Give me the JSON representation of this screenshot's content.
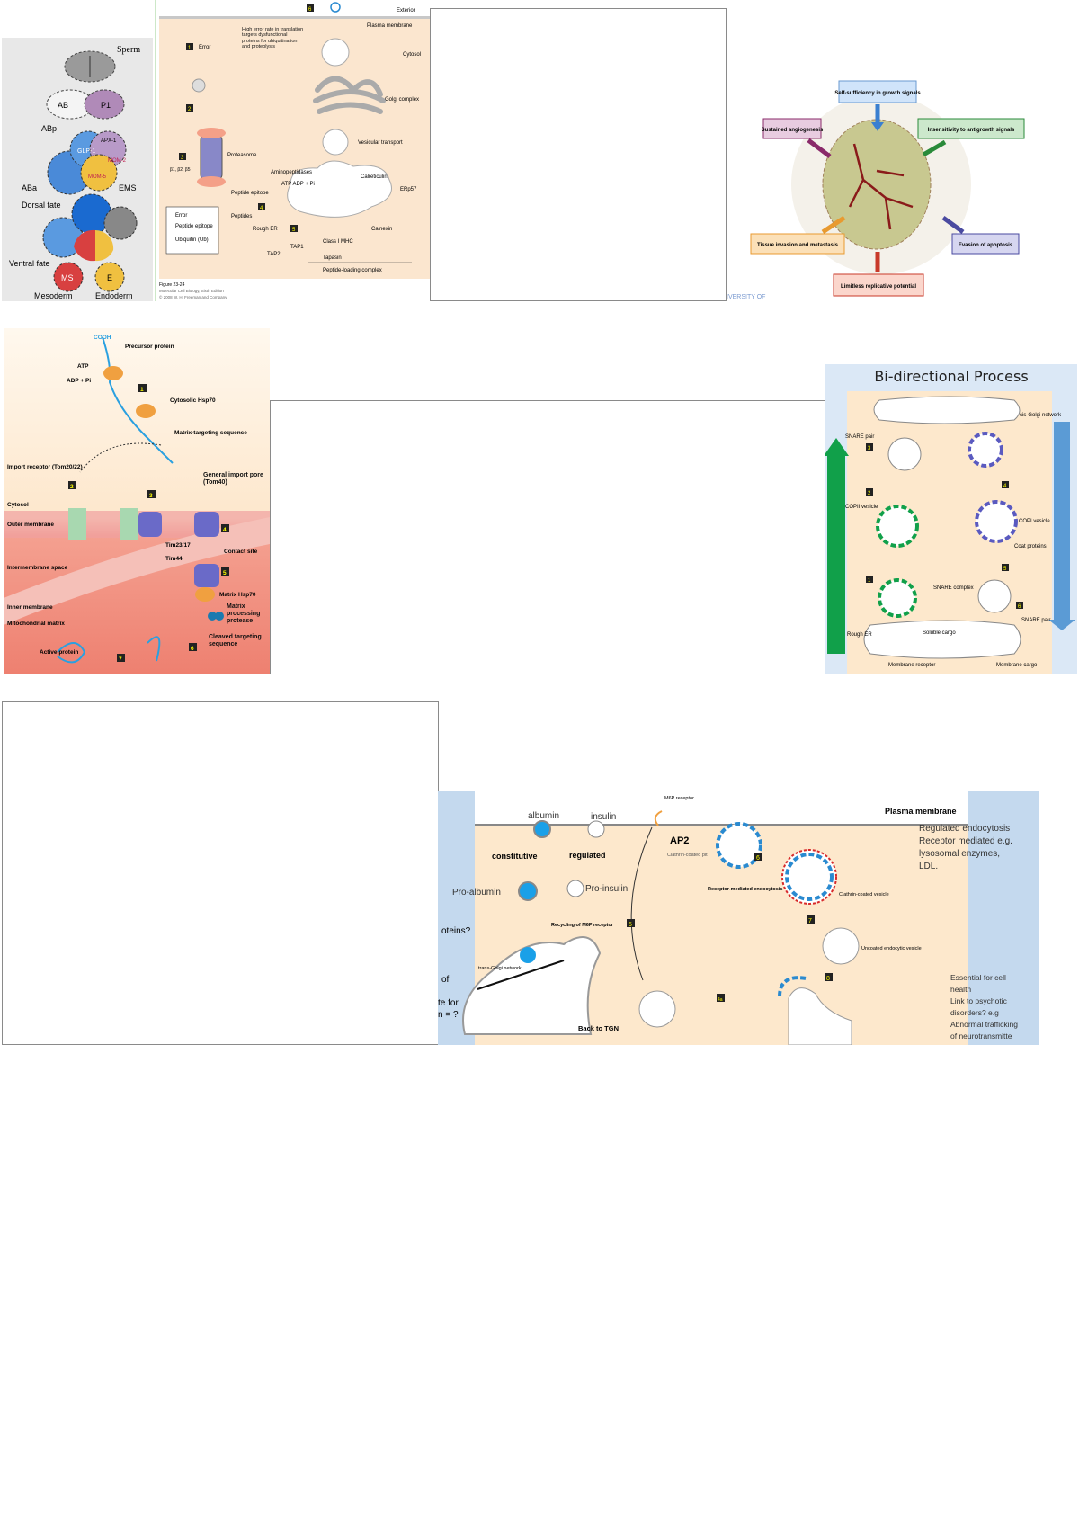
{
  "embryo_figure": {
    "labels": [
      "Sperm",
      "AB",
      "P1",
      "ABp",
      "ABa",
      "EMS",
      "GLP-1",
      "APX-1",
      "MOM-2",
      "MOM-5",
      "Dorsal fate",
      "Ventral fate",
      "MS",
      "E",
      "Mesoderm",
      "Endoderm"
    ]
  },
  "mhc_figure": {
    "labels": {
      "exterior": "Exterior",
      "plasma_membrane": "Plasma membrane",
      "cytosol": "Cytosol",
      "golgi": "Golgi complex",
      "vesicular": "Vesicular transport",
      "proteasome": "Proteasome",
      "peptide_epitope": "Peptide epitope",
      "peptides": "Peptides",
      "aminopeptidases": "Aminopeptidases",
      "calreticulin": "Calreticulin",
      "erp57": "ERp57",
      "rough_er": "Rough ER",
      "tap1": "TAP1",
      "tap2": "TAP2",
      "class_mhc": "Class I MHC",
      "tapasin": "Tapasin",
      "calnexin": "Calnexin",
      "plc": "Peptide-loading complex",
      "atp": "ATP ADP + Pi",
      "b_labels": "β1, β2, β5",
      "error_note": "High error rate in translation targets dysfunctional proteins for ubiquitination and proteolysis",
      "error": "Error"
    },
    "legend": [
      "Error",
      "Peptide epitope",
      "Ubiquitin (Ub)"
    ],
    "caption": [
      "Figure 23-24",
      "Molecular Cell Biology, Sixth Edition",
      "© 2008 W. H. Freeman and Company"
    ],
    "steps": [
      "1",
      "2",
      "3",
      "4",
      "5",
      "6"
    ]
  },
  "cancer_figure": {
    "hallmarks": [
      {
        "label": "Self-sufficiency in growth signals",
        "color": "#3a7fd0"
      },
      {
        "label": "Sustained angiogenesis",
        "color": "#8a2a6a"
      },
      {
        "label": "Insensitivity to antigrowth signals",
        "color": "#2a8a3a"
      },
      {
        "label": "Tissue invasion and metastasis",
        "color": "#e89a30"
      },
      {
        "label": "Evasion of apoptosis",
        "color": "#4a4aa0"
      },
      {
        "label": "Limitless replicative potential",
        "color": "#c83a2a"
      }
    ],
    "watermark": "IVERSITY OF"
  },
  "mito_figure": {
    "labels": {
      "precursor": "Precursor protein",
      "cooh": "COOH",
      "atp": "ATP",
      "adp": "ADP + Pi",
      "hsp70": "Cytosolic Hsp70",
      "matrix_seq": "Matrix-targeting sequence",
      "import_receptor": "Import receptor (Tom20/22)",
      "cytosol": "Cytosol",
      "outer": "Outer membrane",
      "general_pore": "General import pore (Tom40)",
      "tim23": "Tim23/17",
      "tim44": "Tim44",
      "contact": "Contact site",
      "ims": "Intermembrane space",
      "inner": "Inner membrane",
      "matrix": "Mitochondrial matrix",
      "matrix_hsp": "Matrix Hsp70",
      "mpp": "Matrix processing protease",
      "cleaved": "Cleaved targeting sequence",
      "active": "Active protein"
    },
    "steps": [
      "1",
      "2",
      "3",
      "4",
      "5",
      "6",
      "7"
    ]
  },
  "bidirectional_figure": {
    "title": "Bi-directional Process",
    "labels": {
      "cis_golgi": "cis-Golgi network",
      "snare_pair": "SNARE pair",
      "copii": "COPII vesicle",
      "copi": "COPI vesicle",
      "coat": "Coat proteins",
      "snare_cplx": "SNARE complex",
      "snare_pair2": "SNARE pair",
      "rough_er": "Rough ER",
      "soluble": "Soluble cargo",
      "membrane_receptor": "Membrane receptor",
      "membrane_cargo": "Membrane cargo"
    },
    "steps": [
      "1",
      "2",
      "3",
      "4",
      "5",
      "6"
    ],
    "arrow_colors": {
      "anterograde": "#11a04a",
      "retrograde": "#5b9bd5"
    }
  },
  "endocytosis_figure": {
    "labels": {
      "m6p_receptor": "M6P receptor",
      "plasma_membrane": "Plasma membrane",
      "albumin": "albumin",
      "insulin": "insulin",
      "constitutive": "constitutive",
      "regulated": "regulated",
      "pro_albumin": "Pro-albumin",
      "pro_insulin": "Pro-insulin",
      "tgn": "trans-Golgi network",
      "ap2": "AP2",
      "clathrin_pit": "Clathrin-coated pit",
      "rme": "Receptor-mediated endocytosis",
      "ccv": "Clathrin-coated vesicle",
      "uncoated": "Uncoated endocytic vesicle",
      "recycling": "Recycling of M6P receptor",
      "back_tgn": "Back to TGN"
    },
    "steps": [
      "5",
      "6",
      "7",
      "8",
      "4a"
    ],
    "side_left": [
      "oteins?",
      "of",
      "te for",
      "n = ?"
    ],
    "notes_top": [
      "Regulated endocytosis",
      "Receptor mediated e.g.",
      "lysosomal enzymes,",
      "LDL."
    ],
    "notes_bottom": [
      "Essential for cell",
      "health",
      "Link to psychotic",
      "disorders? e.g",
      "Abnormal trafficking",
      "of neurotransmitte"
    ]
  }
}
